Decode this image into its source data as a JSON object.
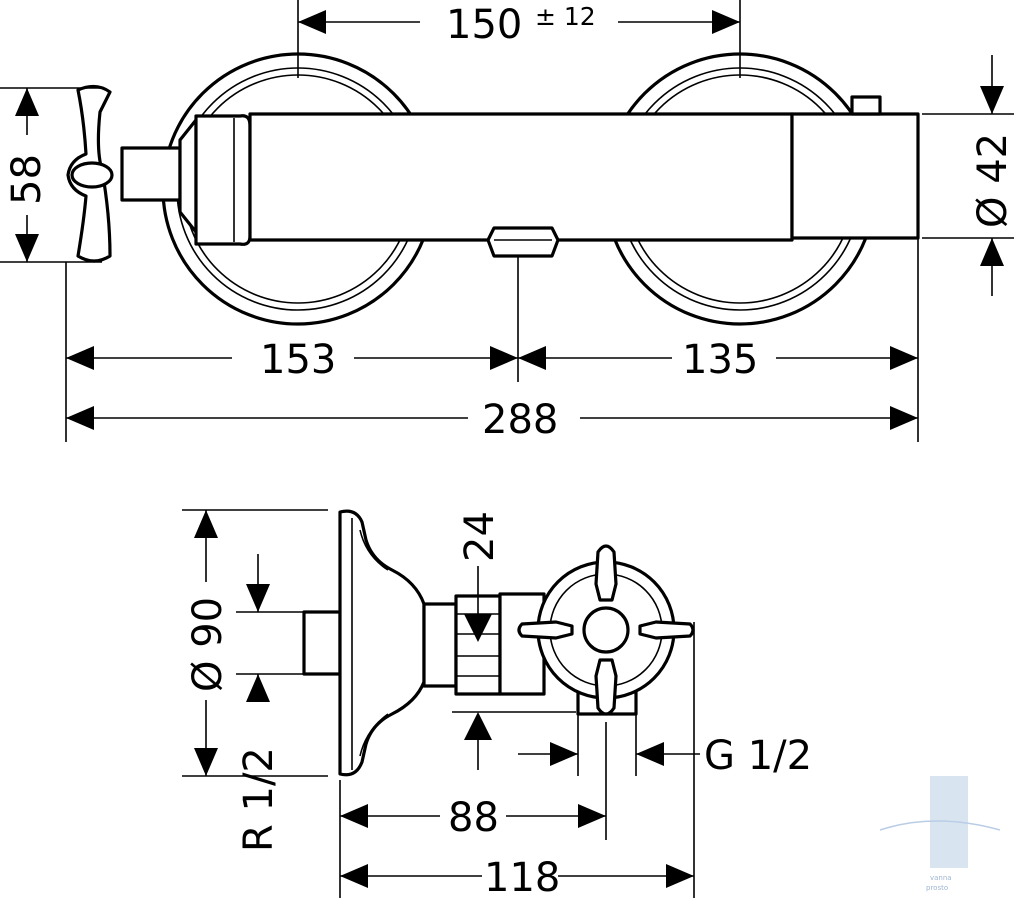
{
  "top_view": {
    "spacing_value": "150",
    "spacing_tolerance": "± 12",
    "height_left": "58",
    "diameter_right": "Ø 42",
    "left_to_outlet": "153",
    "outlet_to_right": "135",
    "overall_length": "288"
  },
  "side_view": {
    "rosette_diameter": "Ø 90",
    "inlet_thread": "R 1/2",
    "wrench_size": "24",
    "outlet_thread": "G 1/2",
    "depth_outlet": "88",
    "depth_total": "118"
  },
  "colors": {
    "line": "#000000",
    "background": "#ffffff",
    "watermark": "#b9cde6"
  }
}
